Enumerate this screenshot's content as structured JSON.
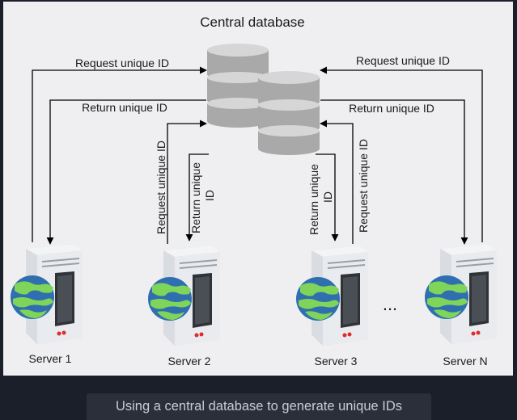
{
  "diagram": {
    "title": "Central database",
    "labels": {
      "request_left": "Request unique ID",
      "return_left": "Return unique ID",
      "request_right": "Request unique ID",
      "return_right": "Return unique ID",
      "s2_request": "Request unique ID",
      "s2_return_line1": "Return unique",
      "s2_return_line2": "ID",
      "s3_return_line1": "Return unique",
      "s3_return_line2": "ID",
      "s3_request": "Request unique ID"
    },
    "servers": [
      {
        "name": "Server 1"
      },
      {
        "name": "Server 2"
      },
      {
        "name": "Server 3"
      },
      {
        "name": "Server N"
      }
    ],
    "ellipsis": "...",
    "colors": {
      "arrow": "#000000",
      "db_light": "#d6d6d6",
      "db_dark": "#a9a9a9",
      "server_body": "#e0e2e6",
      "globe_ocean": "#2f6fb0",
      "globe_land": "#7fd45a",
      "led": "#e02b2b"
    }
  },
  "caption": "Using a central database to generate unique IDs"
}
